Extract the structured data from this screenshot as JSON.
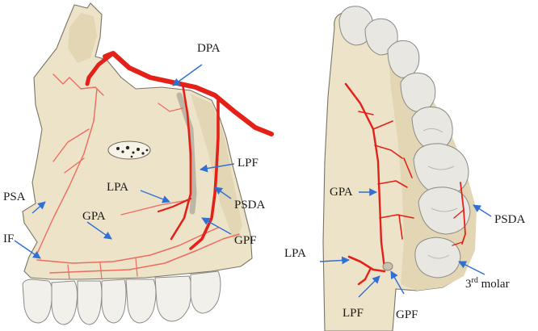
{
  "left_figure": {
    "labels": {
      "dpa": "DPA",
      "lpf": "LPF",
      "lpa": "LPA",
      "psda": "PSDA",
      "psa": "PSA",
      "gpa": "GPA",
      "gpf": "GPF",
      "if": "IF"
    }
  },
  "right_figure": {
    "labels": {
      "gpa": "GPA",
      "psda": "PSDA",
      "lpa": "LPA",
      "lpf": "LPF",
      "gpf": "GPF",
      "third_molar_base": "3",
      "third_molar_sup": "rd",
      "third_molar_rest": " molar"
    }
  },
  "colors": {
    "artery": "#e32119",
    "arrow": "#2f6fd6",
    "bone": "#ede3c9"
  }
}
